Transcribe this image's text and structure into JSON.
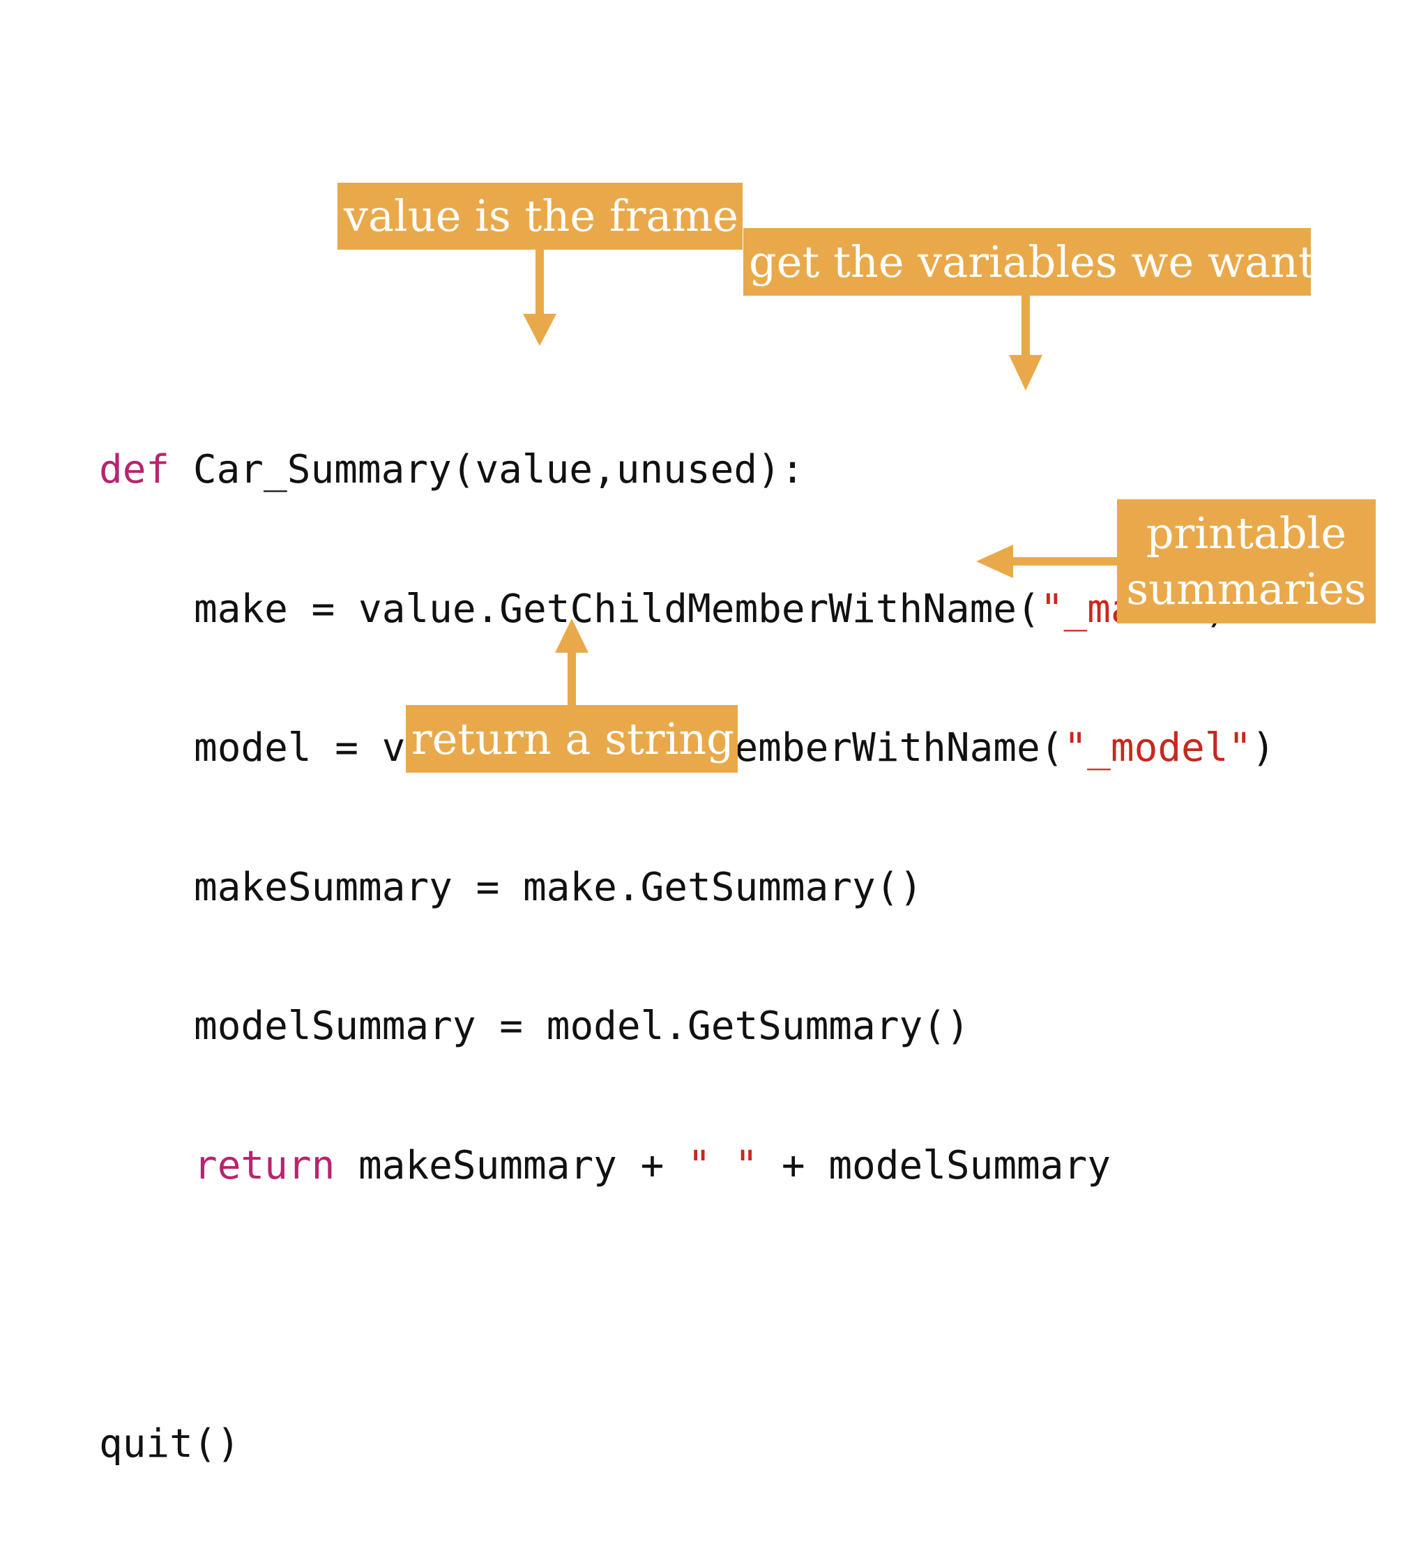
{
  "code": {
    "line1": {
      "keyword": "def",
      "rest": " Car_Summary(value,unused):"
    },
    "line2": {
      "before": "make = value.GetChildMemberWithName(",
      "string": "\"_make\"",
      "after": ")"
    },
    "line3": {
      "before": "model = value.GetChildMemberWithName(",
      "string": "\"_model\"",
      "after": ")"
    },
    "line4": {
      "text": "makeSummary = make.GetSummary()"
    },
    "line5": {
      "text": "modelSummary = model.GetSummary()"
    },
    "line6": {
      "keyword": "return",
      "mid": " makeSummary + ",
      "string": "\" \"",
      "after": " + modelSummary"
    },
    "line8": {
      "text": "quit()"
    }
  },
  "callouts": {
    "frame": "value is the frame",
    "variables": "get the variables we want",
    "printable_line1": "printable",
    "printable_line2": "summaries",
    "return": "return a string"
  },
  "colors": {
    "callout_bg": "#e9a94a",
    "keyword": "#b8246e",
    "string": "#c8281e",
    "arrow": "#e9a94a"
  }
}
